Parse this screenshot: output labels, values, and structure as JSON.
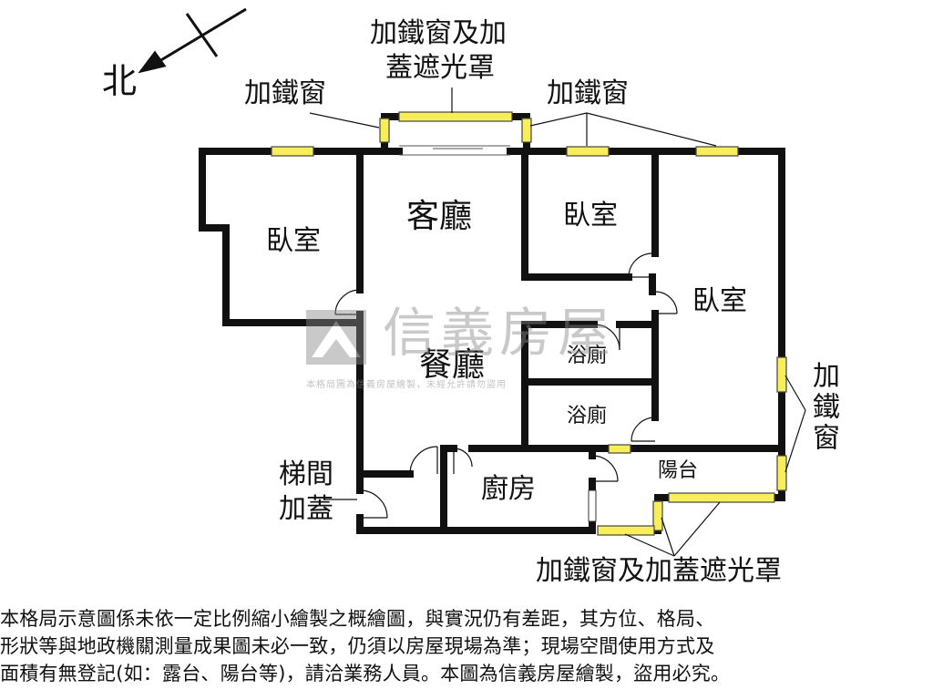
{
  "north_label": "北",
  "rooms": {
    "bedroom_left": "臥室",
    "living_room": "客廳",
    "bedroom_top_middle": "臥室",
    "bedroom_right": "臥室",
    "dining_room": "餐廳",
    "bathroom_1": "浴廁",
    "bathroom_2": "浴廁",
    "kitchen": "廚房",
    "balcony": "陽台"
  },
  "annotations": {
    "iron_window_left": "加鐵窗",
    "iron_window_cover_top_line1": "加鐵窗及加",
    "iron_window_cover_top_line2": "蓋遮光罩",
    "iron_window_right": "加鐵窗",
    "iron_window_side": "加鐵窗",
    "stair_line1": "梯間",
    "stair_line2": "加蓋",
    "iron_window_cover_bottom": "加鐵窗及加蓋遮光罩"
  },
  "watermark": {
    "main": "信義房屋",
    "sub": "本格局圖為信義房屋繪製，未經允許請勿盜用"
  },
  "disclaimer": {
    "line1": "本格局示意圖係未依一定比例縮小繪製之概繪圖，與實況仍有差距，其方位、格局、",
    "line2": "形狀等與地政機關測量成果圖未必一致，仍須以房屋現場為準；現場空間使用方式及",
    "line3": "面積有無登記(如：露台、陽台等)，請洽業務人員。本圖為信義房屋繪製，盜用必究。"
  },
  "colors": {
    "wall": "#111111",
    "window_fill": "#f7ee5a",
    "window_stroke": "#444444",
    "watermark": "#8a8a8a"
  }
}
